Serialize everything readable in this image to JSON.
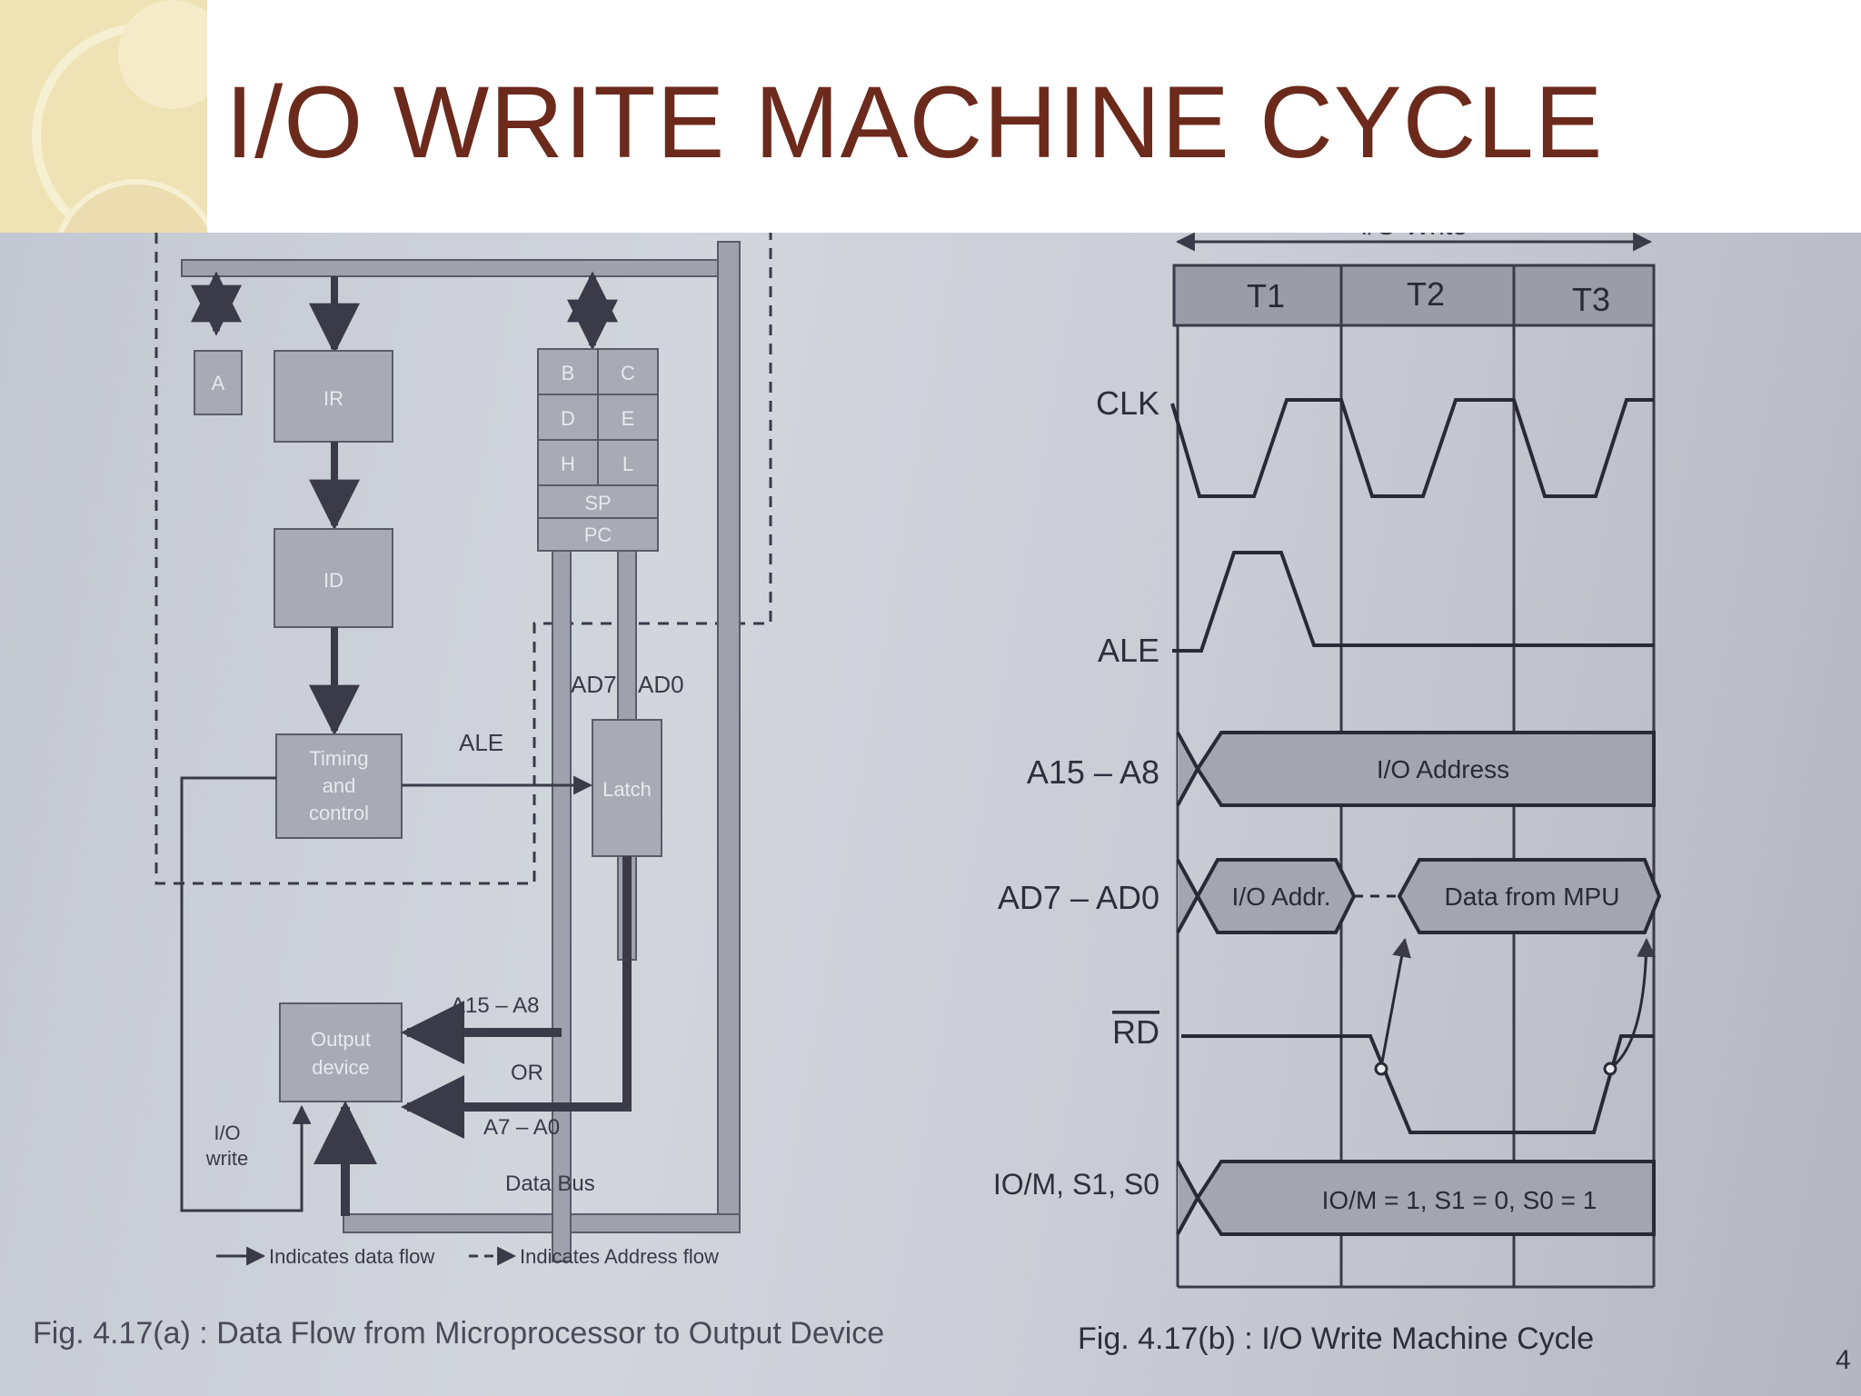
{
  "slide": {
    "title": "I/O WRITE MACHINE CYCLE",
    "page_number": "4"
  },
  "fig_a": {
    "caption": "Fig. 4.17(a) : Data Flow from Microprocessor to Output Device",
    "blocks": {
      "accumulator": "A",
      "ir": "IR",
      "id": "ID",
      "timing_line1": "Timing",
      "timing_line2": "and",
      "timing_line3": "control",
      "latch": "Latch",
      "output_line1": "Output",
      "output_line2": "device"
    },
    "registers": [
      "B",
      "C",
      "D",
      "E",
      "H",
      "L",
      "SP",
      "PC"
    ],
    "labels": {
      "ale": "ALE",
      "ad7": "AD7",
      "ad0": "AD0",
      "a15_a8": "A15 – A8",
      "or": "OR",
      "a7_a0": "A7 – A0",
      "data_bus": "Data Bus",
      "io_write_line1": "I/O",
      "io_write_line2": "write"
    },
    "legend": {
      "data_flow": "Indicates data flow",
      "address_flow": "Indicates Address flow"
    }
  },
  "fig_b": {
    "caption": "Fig. 4.17(b) : I/O Write Machine Cycle",
    "header": "I/O Write",
    "states": [
      "T1",
      "T2",
      "T3"
    ],
    "signals": {
      "clk": "CLK",
      "ale": "ALE",
      "a15_a8": "A15 – A8",
      "ad7_ad0": "AD7 – AD0",
      "rd": "RD",
      "iom": "IO/M, S1, S0"
    },
    "bus_values": {
      "io_address": "I/O Address",
      "io_addr": "I/O Addr.",
      "data_from_mpu": "Data from MPU",
      "status": "IO/M = 1, S1 = 0, S0 = 1"
    }
  },
  "colors": {
    "title": "#6b2a1c",
    "ink": "#3a3a48",
    "block_fill": "#a8aab4",
    "bus_fill": "#9fa2ad"
  }
}
